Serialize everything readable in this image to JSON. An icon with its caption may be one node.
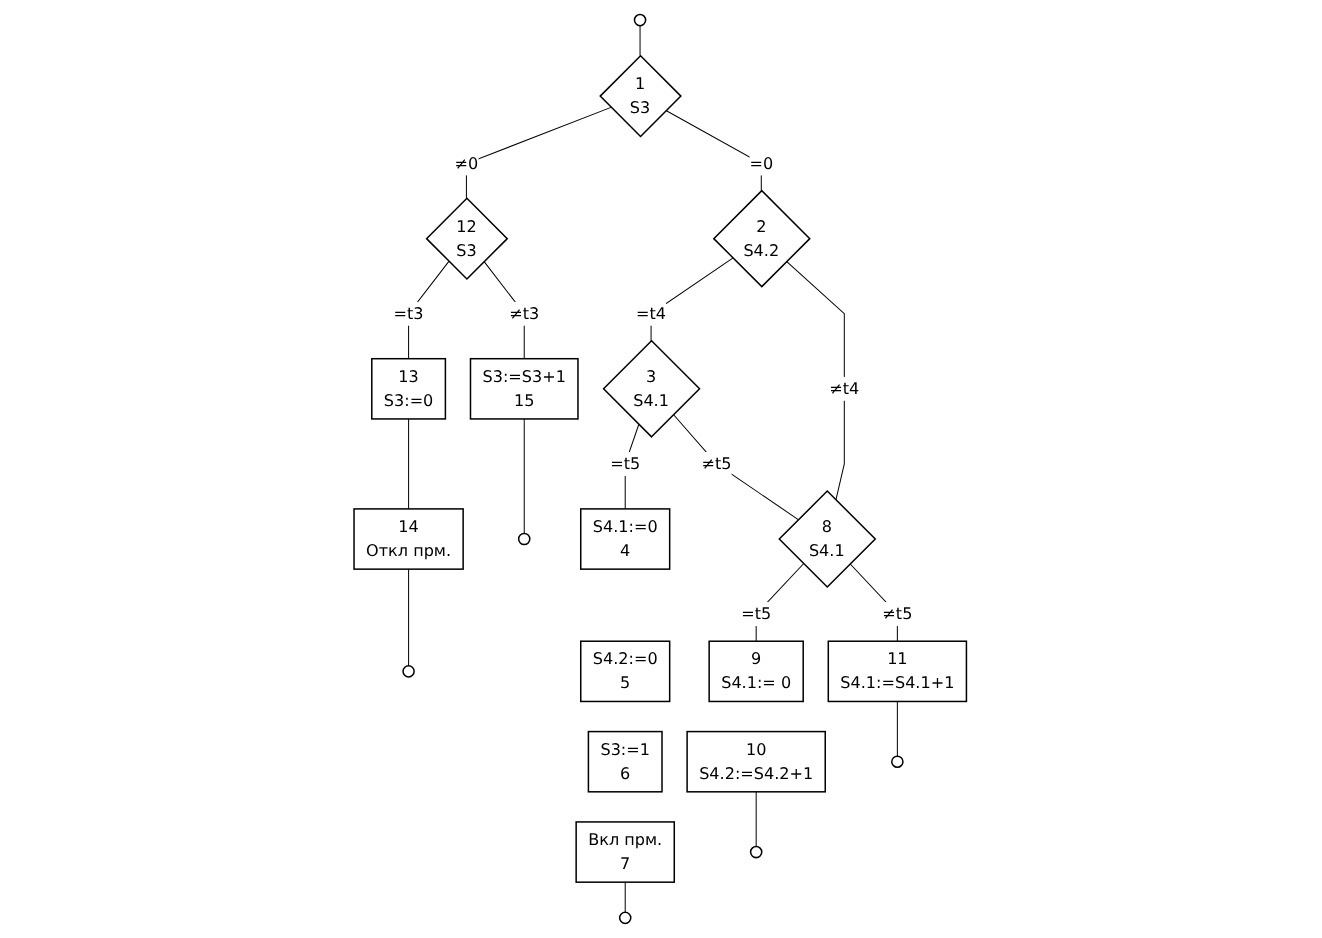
{
  "diagram": {
    "nodes": [
      {
        "text": [],
        "shape": "circle"
      },
      {
        "text": [
          "1",
          "S3"
        ]
      },
      {
        "text": [
          "12",
          "S3"
        ]
      },
      {
        "text": [
          "2",
          "S4.2"
        ]
      },
      {
        "text": [
          "13",
          "S3:=0"
        ]
      },
      {
        "text": [
          "14",
          "Откл прм."
        ]
      },
      {
        "text": [
          "3",
          "S4.1"
        ]
      },
      {
        "text": [],
        "shape": "circle"
      },
      {
        "text": [
          "S3:=S3+1",
          "15"
        ]
      },
      {
        "text": [],
        "shape": "circle"
      },
      {
        "text": [
          "S4.1:=0",
          "4"
        ]
      },
      {
        "text": [
          "S4.2:=0",
          "5"
        ]
      },
      {
        "text": [
          "S3:=1",
          "6"
        ]
      },
      {
        "text": [
          "Вкл прм.",
          "7"
        ]
      },
      {
        "text": [
          "8",
          "S4.1"
        ]
      },
      {
        "text": [],
        "shape": "circle"
      },
      {
        "text": [
          "9",
          "S4.1:= 0"
        ]
      },
      {
        "text": [
          "10",
          "S4.2:=S4.2+1"
        ]
      },
      {
        "text": [
          "11",
          "S4.1:=S4.1+1"
        ]
      },
      {
        "text": [],
        "shape": "circle"
      },
      {
        "text": [],
        "shape": "circle"
      }
    ],
    "edges": [
      {
        "from": 0,
        "to": 1,
        "arrow": "none"
      },
      {
        "from": 1,
        "to": 2,
        "label": "≠0",
        "arrow": "none"
      },
      {
        "from": 1,
        "to": 3,
        "label": "=0",
        "arrow": "none"
      },
      {
        "from": 2,
        "to": 4,
        "label": "=t3",
        "arrow": "none"
      },
      {
        "from": 4,
        "to": 5,
        "arrow": "none"
      },
      {
        "from": 5,
        "to": 7,
        "arrow": "none"
      },
      {
        "from": 2,
        "to": 8,
        "label": "≠t3",
        "arrow": "none"
      },
      {
        "from": 8,
        "to": 9,
        "arrow": "none"
      },
      {
        "from": 3,
        "to": 6,
        "label": "=t4",
        "arrow": "none"
      },
      {
        "from": 3,
        "to": 14,
        "label": "≠t4",
        "arrow": "none"
      },
      {
        "from": 6,
        "to": 14,
        "label": "≠t5",
        "arrow": "none"
      },
      {
        "from": 6,
        "to": 10,
        "label": "=t5",
        "arrow": "none"
      },
      {
        "from": 13,
        "to": 15,
        "arrow": "none"
      },
      {
        "from": 14,
        "to": 16,
        "label": "=t5",
        "arrow": "none"
      },
      {
        "from": 14,
        "to": 18,
        "label": "≠t5",
        "arrow": "none"
      },
      {
        "from": 17,
        "to": 19,
        "arrow": "none"
      },
      {
        "from": 18,
        "to": 20,
        "arrow": "none"
      }
    ]
  }
}
